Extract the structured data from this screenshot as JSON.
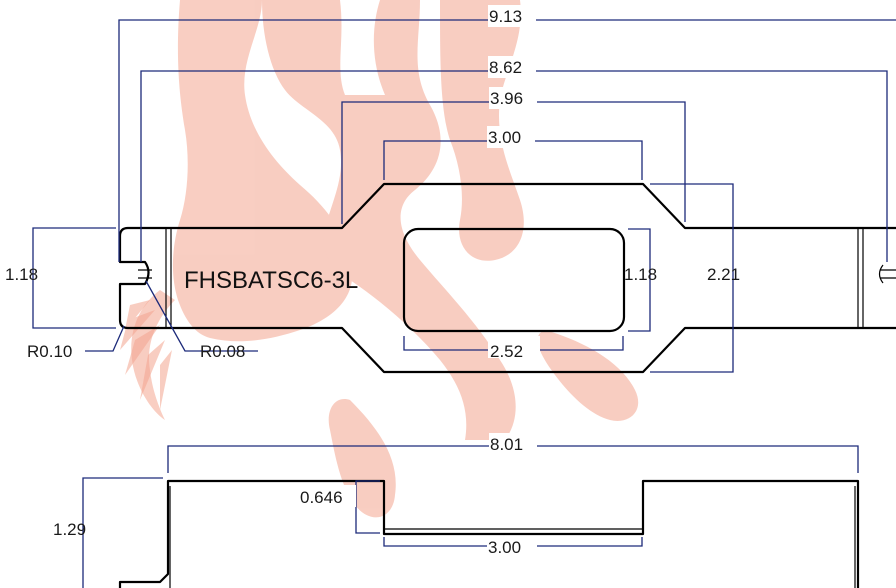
{
  "drawing": {
    "part_label": "FHSBATSC6-3L",
    "watermark_color": "#f4a590",
    "outline_color": "#000000",
    "dimension_color": "#1c2a7a",
    "dimensions": {
      "overall_length": "9.13",
      "hole_to_hole": "8.62",
      "outer_flat": "3.96",
      "inner_flat": "3.00",
      "end_height": "1.18",
      "slot_height": "1.18",
      "center_height": "2.21",
      "slot_length": "2.52",
      "corner_radius": "R0.10",
      "notch_radius": "R0.08",
      "side_length": "8.01",
      "side_height": "1.29",
      "side_step": "0.646",
      "side_flat": "3.00"
    }
  }
}
